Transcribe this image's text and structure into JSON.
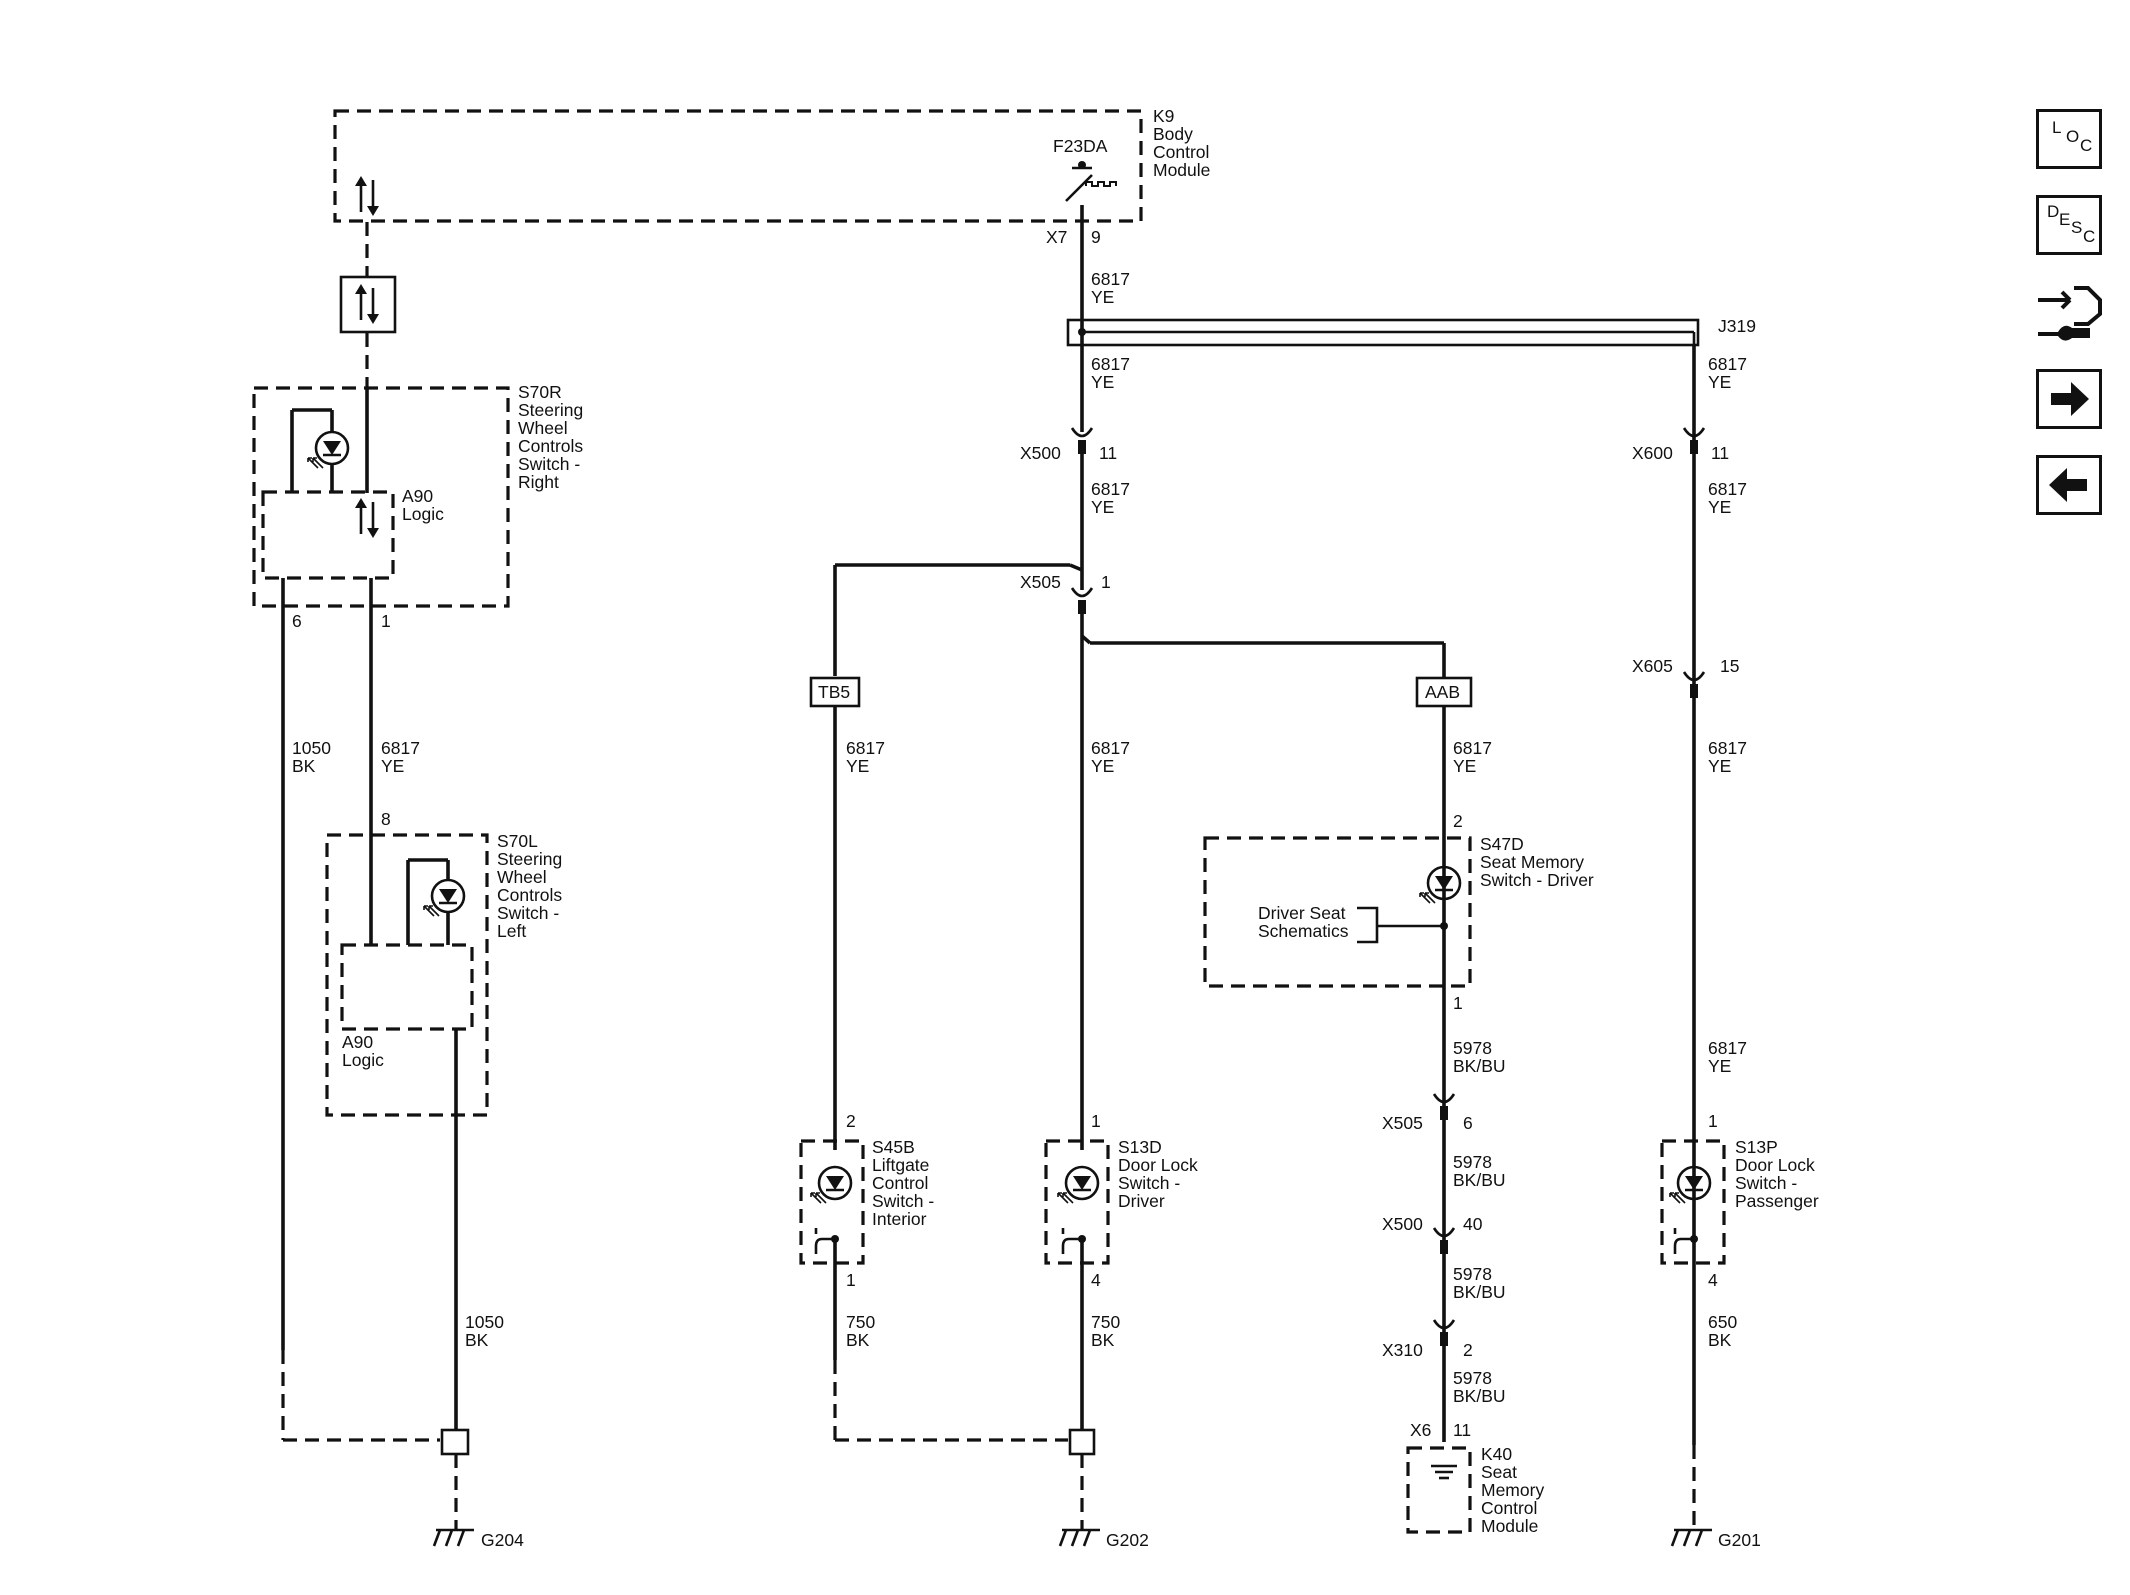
{
  "modules": {
    "k9": {
      "id": "K9",
      "lines": [
        "Body",
        "Control",
        "Module"
      ],
      "fuse": "F23DA"
    },
    "s70r": {
      "id": "S70R",
      "lines": [
        "Steering",
        "Wheel",
        "Controls",
        "Switch -",
        "Right"
      ]
    },
    "a90_right": {
      "id": "A90",
      "lines": [
        "Logic"
      ]
    },
    "s70l": {
      "id": "S70L",
      "lines": [
        "Steering",
        "Wheel",
        "Controls",
        "Switch -",
        "Left"
      ]
    },
    "a90_left": {
      "id": "A90",
      "lines": [
        "Logic"
      ]
    },
    "s47d": {
      "id": "S47D",
      "lines": [
        "Seat Memory",
        "Switch - Driver"
      ]
    },
    "driver_seat_ref": {
      "lines": [
        "Driver Seat",
        "Schematics"
      ]
    },
    "s45b": {
      "id": "S45B",
      "lines": [
        "Liftgate",
        "Control",
        "Switch -",
        "Interior"
      ]
    },
    "s13d": {
      "id": "S13D",
      "lines": [
        "Door Lock",
        "Switch -",
        "Driver"
      ]
    },
    "s13p": {
      "id": "S13P",
      "lines": [
        "Door Lock",
        "Switch -",
        "Passenger"
      ]
    },
    "k40": {
      "id": "K40",
      "lines": [
        "Seat",
        "Memory",
        "Control",
        "Module"
      ]
    }
  },
  "splices": {
    "j319": "J319",
    "tb5": "TB5",
    "aab": "AAB"
  },
  "connectors": {
    "x7": {
      "name": "X7",
      "pin": "9"
    },
    "x500_11": {
      "name": "X500",
      "pin": "11"
    },
    "x600_11": {
      "name": "X600",
      "pin": "11"
    },
    "x505_1": {
      "name": "X505",
      "pin": "1"
    },
    "x605_15": {
      "name": "X605",
      "pin": "15"
    },
    "x505_6": {
      "name": "X505",
      "pin": "6"
    },
    "x500_40": {
      "name": "X500",
      "pin": "40"
    },
    "x310_2": {
      "name": "X310",
      "pin": "2"
    },
    "x6_11": {
      "name": "X6",
      "pin": "11"
    }
  },
  "pins": {
    "s70r_6": "6",
    "s70r_1": "1",
    "s70l_8": "8",
    "s47d_2": "2",
    "s47d_1": "1",
    "s45b_2": "2",
    "s45b_1": "1",
    "s13d_1": "1",
    "s13d_4": "4",
    "s13p_1": "1",
    "s13p_4": "4"
  },
  "wires": {
    "w_k9": [
      "6817",
      "YE"
    ],
    "w_j319_l": [
      "6817",
      "YE"
    ],
    "w_j319_r": [
      "6817",
      "YE"
    ],
    "w_x500": [
      "6817",
      "YE"
    ],
    "w_x600": [
      "6817",
      "YE"
    ],
    "w_tb5": [
      "6817",
      "YE"
    ],
    "w_s13d": [
      "6817",
      "YE"
    ],
    "w_aab": [
      "6817",
      "YE"
    ],
    "w_x605": [
      "6817",
      "YE"
    ],
    "w_s70": [
      "6817",
      "YE"
    ],
    "w_1050_a": [
      "1050",
      "BK"
    ],
    "w_1050_b": [
      "1050",
      "BK"
    ],
    "w_5978_a": [
      "5978",
      "BK/BU"
    ],
    "w_5978_b": [
      "5978",
      "BK/BU"
    ],
    "w_5978_c": [
      "5978",
      "BK/BU"
    ],
    "w_5978_d": [
      "5978",
      "BK/BU"
    ],
    "w_s13p": [
      "6817",
      "YE"
    ],
    "w_750_a": [
      "750",
      "BK"
    ],
    "w_750_b": [
      "750",
      "BK"
    ],
    "w_650": [
      "650",
      "BK"
    ]
  },
  "grounds": {
    "g204": "G204",
    "g202": "G202",
    "g201": "G201"
  },
  "nav": {
    "loc": [
      "L",
      "O",
      "C"
    ],
    "desc": [
      "D",
      "E",
      "S",
      "C"
    ],
    "connector_icon": "connector-repair-icon",
    "next_icon": "arrow-right-icon",
    "prev_icon": "arrow-left-icon"
  }
}
